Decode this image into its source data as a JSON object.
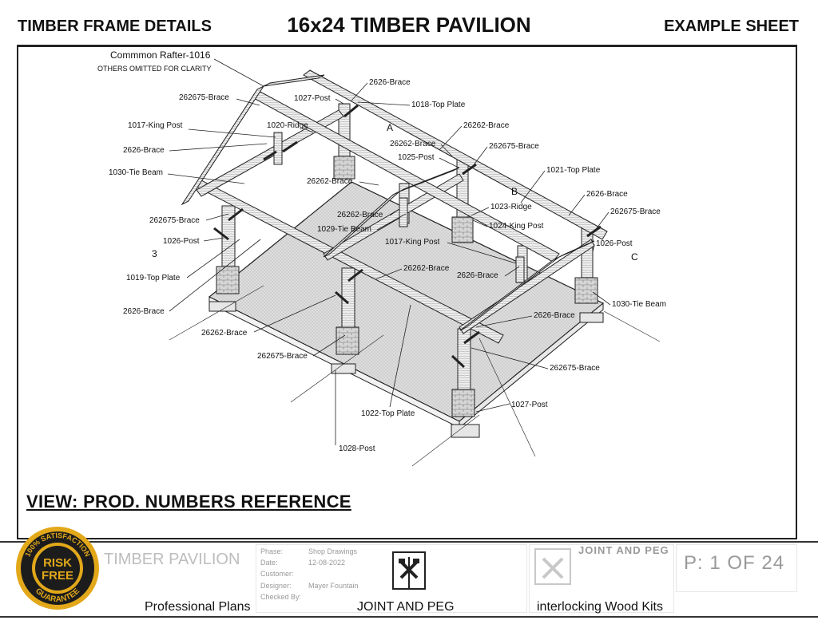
{
  "header": {
    "left": "TIMBER FRAME DETAILS",
    "center": "16x24 TIMBER PAVILION",
    "right": "EXAMPLE SHEET"
  },
  "diagram": {
    "common_rafter": "Commmon Rafter-1016",
    "others_omitted": "OTHERS OMITTED FOR CLARITY",
    "labels": [
      "262675-Brace",
      "1017-King Post",
      "2626-Brace",
      "1030-Tie Beam",
      "262675-Brace",
      "1026-Post",
      "1019-Top Plate",
      "2626-Brace",
      "26262-Brace",
      "262675-Brace",
      "1028-Post",
      "1022-Top Plate",
      "1027-Post",
      "1020-Ridge",
      "2626-Brace",
      "1018-Top Plate",
      "26262-Brace",
      "26262-Brace",
      "1025-Post",
      "262675-Brace",
      "26262-Brace",
      "26262-Brace",
      "1029-Tie Beam",
      "1021-Top Plate",
      "2626-Brace",
      "1023-Ridge",
      "262675-Brace",
      "1024-King Post",
      "1017-King Post",
      "1026-Post",
      "26262-Brace",
      "2626-Brace",
      "1030-Tie Beam",
      "2626-Brace",
      "262675-Brace",
      "1027-Post"
    ],
    "grid_marks": [
      "A",
      "B",
      "C",
      "3"
    ]
  },
  "view": {
    "title": "VIEW: PROD. NUMBERS REFERENCE"
  },
  "titleblock": {
    "project": "TIMBER PAVILION",
    "phase_label": "Phase:",
    "phase_value": "Shop Drawings",
    "date_label": "Date:",
    "date_value": "12-08-2022",
    "customer_label": "Customer:",
    "designer_label": "Designer:",
    "designer_value": "Mayer Fountain",
    "checked_label": "Checked By:",
    "brand": "JOINT AND PEG",
    "page": "P: 1 OF 24"
  },
  "footer": {
    "left": "Professional Plans",
    "center": "JOINT AND PEG",
    "right": "interlocking Wood Kits"
  },
  "badge": {
    "top": "100% SATISFACTION",
    "middle_1": "RISK",
    "middle_2": "FREE",
    "bottom": "GUARANTEE"
  },
  "colors": {
    "badge_gold": "#e2a81a",
    "badge_dark": "#1c1c1c",
    "floor_gray": "#d9d9d9",
    "pier_brick": "#cfcfcf"
  }
}
